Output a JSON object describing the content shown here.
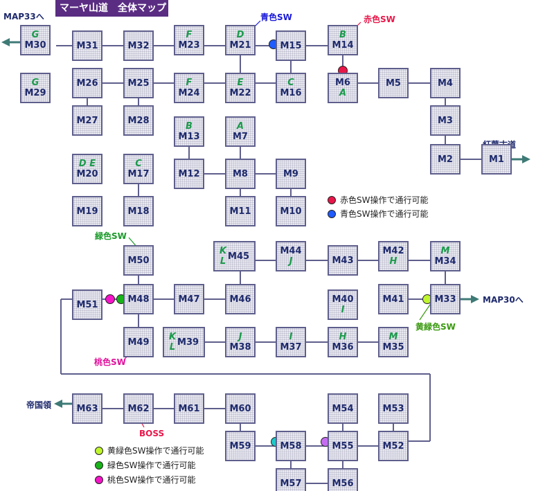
{
  "title": "マーヤ山道　全体マップ",
  "exits": {
    "map33": "MAP33へ",
    "koyou": "紅葉古道",
    "map30": "MAP30へ",
    "teikoku": "帝国領"
  },
  "switch_labels": {
    "blue": "青色SW",
    "red": "赤色SW",
    "green": "緑色SW",
    "yellowgreen": "黄緑色SW",
    "pink": "桃色SW",
    "boss": "BOSS"
  },
  "legend_top": [
    {
      "text": "赤色SW操作で通行可能",
      "color": "#e8174a"
    },
    {
      "text": "青色SW操作で通行可能",
      "color": "#1f5bff"
    }
  ],
  "legend_bottom": [
    {
      "text": "黄緑色SW操作で通行可能",
      "color": "#bff52c"
    },
    {
      "text": "緑色SW操作で通行可能",
      "color": "#19b41a"
    },
    {
      "text": "桃色SW操作で通行可能",
      "color": "#f514c8"
    }
  ],
  "rooms": {
    "M30": {
      "label": "M30",
      "mark": "G"
    },
    "M31": {
      "label": "M31",
      "mark": ""
    },
    "M32": {
      "label": "M32",
      "mark": ""
    },
    "M23": {
      "label": "M23",
      "mark": "F"
    },
    "M21": {
      "label": "M21",
      "mark": "D"
    },
    "M15": {
      "label": "M15",
      "mark": ""
    },
    "M14": {
      "label": "M14",
      "mark": "B"
    },
    "M29": {
      "label": "M29",
      "mark": "G"
    },
    "M26": {
      "label": "M26",
      "mark": ""
    },
    "M25": {
      "label": "M25",
      "mark": ""
    },
    "M24": {
      "label": "M24",
      "mark": "F"
    },
    "M22": {
      "label": "M22",
      "mark": "E"
    },
    "M16": {
      "label": "M16",
      "mark": "C"
    },
    "M6": {
      "label": "M6",
      "mark": "A"
    },
    "M5": {
      "label": "M5",
      "mark": ""
    },
    "M4": {
      "label": "M4",
      "mark": ""
    },
    "M27": {
      "label": "M27",
      "mark": ""
    },
    "M28": {
      "label": "M28",
      "mark": ""
    },
    "M3": {
      "label": "M3",
      "mark": ""
    },
    "M13": {
      "label": "M13",
      "mark": "B"
    },
    "M7": {
      "label": "M7",
      "mark": "A"
    },
    "M20": {
      "label": "M20",
      "mark": "D E"
    },
    "M17": {
      "label": "M17",
      "mark": "C"
    },
    "M2": {
      "label": "M2",
      "mark": ""
    },
    "M1": {
      "label": "M1",
      "mark": ""
    },
    "M12": {
      "label": "M12",
      "mark": ""
    },
    "M8": {
      "label": "M8",
      "mark": ""
    },
    "M9": {
      "label": "M9",
      "mark": ""
    },
    "M19": {
      "label": "M19",
      "mark": ""
    },
    "M18": {
      "label": "M18",
      "mark": ""
    },
    "M11": {
      "label": "M11",
      "mark": ""
    },
    "M10": {
      "label": "M10",
      "mark": ""
    },
    "M50": {
      "label": "M50",
      "mark": ""
    },
    "M45": {
      "label": "M45",
      "mark1": "K",
      "mark2": "L"
    },
    "M44": {
      "label": "M44",
      "mark": "J"
    },
    "M43": {
      "label": "M43",
      "mark": ""
    },
    "M42": {
      "label": "M42",
      "mark": "H"
    },
    "M34": {
      "label": "M34",
      "mark": "M"
    },
    "M51": {
      "label": "M51",
      "mark": ""
    },
    "M48": {
      "label": "M48",
      "mark": ""
    },
    "M47": {
      "label": "M47",
      "mark": ""
    },
    "M46": {
      "label": "M46",
      "mark": ""
    },
    "M40": {
      "label": "M40",
      "mark": "I"
    },
    "M41": {
      "label": "M41",
      "mark": ""
    },
    "M33": {
      "label": "M33",
      "mark": ""
    },
    "M49": {
      "label": "M49",
      "mark": ""
    },
    "M39": {
      "label": "M39",
      "mark1": "K",
      "mark2": "L"
    },
    "M38": {
      "label": "M38",
      "mark": "J"
    },
    "M37": {
      "label": "M37",
      "mark": "I"
    },
    "M36": {
      "label": "M36",
      "mark": "H"
    },
    "M35": {
      "label": "M35",
      "mark": "M"
    },
    "M63": {
      "label": "M63",
      "mark": ""
    },
    "M62": {
      "label": "M62",
      "mark": ""
    },
    "M61": {
      "label": "M61",
      "mark": ""
    },
    "M60": {
      "label": "M60",
      "mark": ""
    },
    "M54": {
      "label": "M54",
      "mark": ""
    },
    "M53": {
      "label": "M53",
      "mark": ""
    },
    "M59": {
      "label": "M59",
      "mark": ""
    },
    "M58": {
      "label": "M58",
      "mark": ""
    },
    "M55": {
      "label": "M55",
      "mark": ""
    },
    "M52": {
      "label": "M52",
      "mark": ""
    },
    "M57": {
      "label": "M57",
      "mark": ""
    },
    "M56": {
      "label": "M56",
      "mark": ""
    }
  },
  "colors": {
    "line": "#5e5e8c",
    "arrow": "#3e7a76",
    "mark": "#1a9a4a",
    "room_text": "#1e2a6c",
    "title_bg": "#5a2d82"
  }
}
